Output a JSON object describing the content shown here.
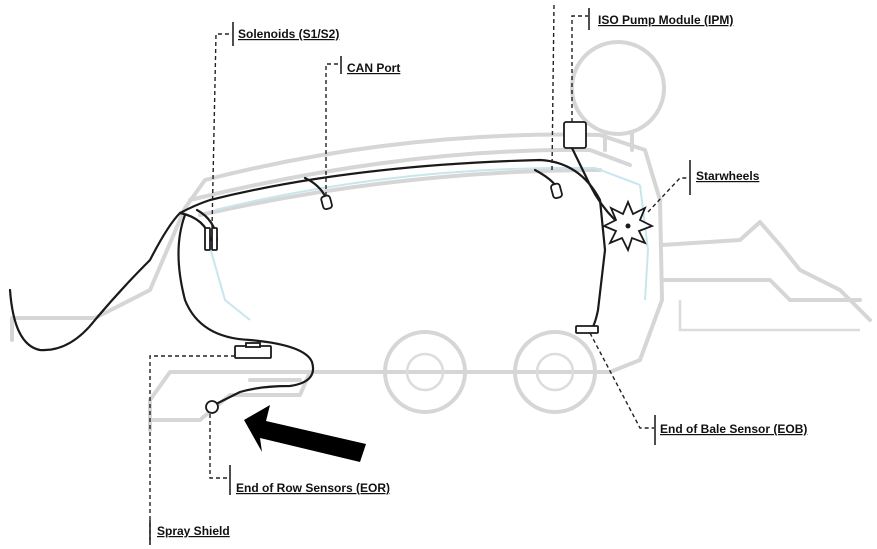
{
  "labels": {
    "solenoids": "Solenoids (S1/S2)",
    "can_port": "CAN Port",
    "ipm": "ISO Pump Module (IPM)",
    "starwheels": "Starwheels",
    "eob": "End of Bale Sensor (EOB)",
    "eor": "End of Row Sensors (EOR)",
    "spray_shield": "Spray Shield"
  },
  "colors": {
    "harness": "#1a1a1a",
    "baler_outline": "#d6d6d6",
    "harness_guide": "#c7e6ee",
    "arrow": "#000000"
  }
}
